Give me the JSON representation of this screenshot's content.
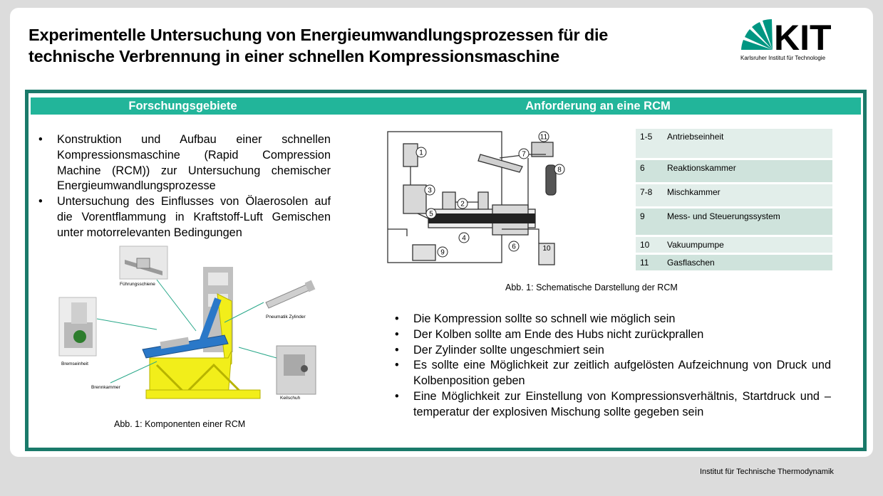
{
  "title": "Experimentelle Untersuchung von Energieumwandlungsprozessen für die technische Verbrennung in einer schnellen Kompressionsmaschine",
  "logo": {
    "text": "KIT",
    "subtitle": "Karlsruher Institut für Technologie"
  },
  "left_header": "Forschungsgebiete",
  "right_header": "Anforderung an eine RCM",
  "research_items": [
    "Konstruktion und Aufbau einer schnellen Kompressionsmaschine (Rapid Compression Machine (RCM)) zur Untersuchung chemischer Energieumwandlungsprozesse",
    "Untersuchung des Einflusses von Ölaerosolen auf die Vorentflammung in Kraftstoff-Luft Gemischen unter motorrelevanten Bedingungen"
  ],
  "component_labels": {
    "rail": "Führungsschiene",
    "brake": "Bremseinheit",
    "chamber": "Brennkammer",
    "pneumatic": "Pneumatik Zylinder",
    "wedge": "Keilschuh"
  },
  "caption_left": "Abb. 1: Komponenten einer RCM",
  "caption_right": "Abb. 1: Schematische Darstellung der RCM",
  "legend": [
    {
      "num": "1-5",
      "label": "Antriebseinheit"
    },
    {
      "num": "6",
      "label": "Reaktionskammer"
    },
    {
      "num": "7-8",
      "label": "Mischkammer"
    },
    {
      "num": "9",
      "label": "Mess- und Steuerungssystem"
    },
    {
      "num": "10",
      "label": "Vakuumpumpe"
    },
    {
      "num": "11",
      "label": "Gasflaschen"
    }
  ],
  "schematic_numbers": [
    "1",
    "2",
    "3",
    "4",
    "5",
    "6",
    "7",
    "8",
    "9",
    "10",
    "11"
  ],
  "requirements": [
    "Die Kompression sollte so schnell wie möglich sein",
    "Der Kolben sollte am Ende des Hubs nicht zurückprallen",
    "Der Zylinder sollte ungeschmiert sein",
    "Es sollte eine Möglichkeit zur zeitlich aufgelösten Aufzeichnung von Druck und Kolbenposition geben",
    "Eine Möglichkeit zur Einstellung von Kompressionsverhältnis, Startdruck und –temperatur der explosiven Mischung sollte gegeben sein"
  ],
  "footer": "Institut für Technische Thermodynamik",
  "colors": {
    "frame": "#1a7a6a",
    "header": "#22b59a",
    "legend_light": "#e2eeea",
    "legend_dark": "#cfe3dc",
    "machine_yellow": "#f2ee1a",
    "machine_blue": "#2a78c8"
  }
}
